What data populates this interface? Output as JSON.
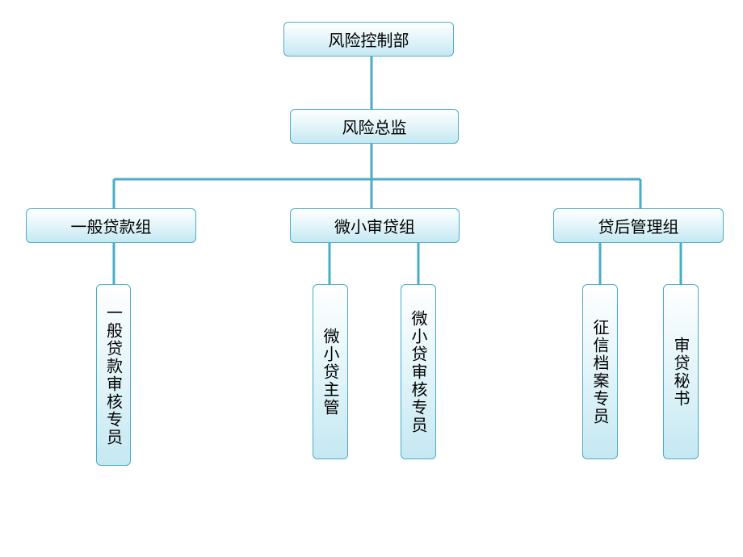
{
  "org_chart": {
    "root": {
      "label": "风险控制部"
    },
    "director": {
      "label": "风险总监"
    },
    "groups": [
      {
        "label": "一般贷款组",
        "members": [
          {
            "label": "一般贷款审核专员"
          }
        ]
      },
      {
        "label": "微小审贷组",
        "members": [
          {
            "label": "微小贷主管"
          },
          {
            "label": "微小贷审核专员"
          }
        ]
      },
      {
        "label": "贷后管理组",
        "members": [
          {
            "label": "征信档案专员"
          },
          {
            "label": "审贷秘书"
          }
        ]
      }
    ]
  },
  "colors": {
    "connector": "#4bacc6",
    "box_border": "#4bacc6",
    "box_fill_top": "#ffffff",
    "box_fill_bottom": "#c5e8f2"
  }
}
